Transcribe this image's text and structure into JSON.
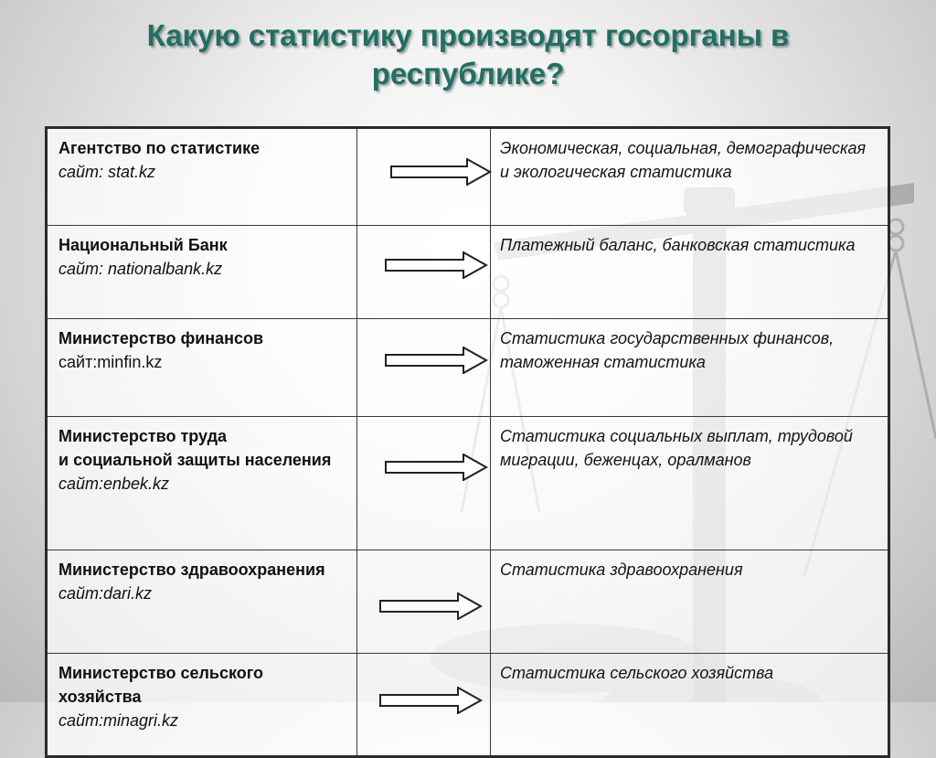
{
  "title_line1": "Какую статистику производят госорганы в",
  "title_line2": "республике?",
  "rows": [
    {
      "org_lines": [
        "Агентство  по статистике"
      ],
      "site": "сайт:  stat.kz",
      "description": "Экономическая, социальная, демографическая и экологическая статистика"
    },
    {
      "org_lines": [
        "Национальный Банк"
      ],
      "site": "сайт: nationalbank.kz",
      "description": "Платежный баланс, банковская статистика"
    },
    {
      "org_lines": [
        "Министерство финансов"
      ],
      "site": "сайт:minfin.kz",
      "description": "Статистика государственных финансов, таможенная статистика"
    },
    {
      "org_lines": [
        "Министерство труда",
        "и социальной защиты населения"
      ],
      "site": "сайт:enbek.kz",
      "description": "Статистика социальных выплат, трудовой миграции, беженцах, оралманов"
    },
    {
      "org_lines": [
        "Министерство здравоохранения"
      ],
      "site": "сайт:dari.kz",
      "description": "Статистика здравоохранения"
    },
    {
      "org_lines": [
        "Министерство сельского хозяйства"
      ],
      "site": "сайт:minagri.kz",
      "description": "Статистика сельского хозяйства"
    }
  ],
  "colors": {
    "title": "#1f6f64",
    "table_border": "#2b2b2b",
    "arrow_fill": "#ffffff",
    "arrow_stroke": "#222222"
  },
  "icons": {
    "arrow": "right-arrow-icon",
    "background": "scales-of-justice-watermark"
  }
}
